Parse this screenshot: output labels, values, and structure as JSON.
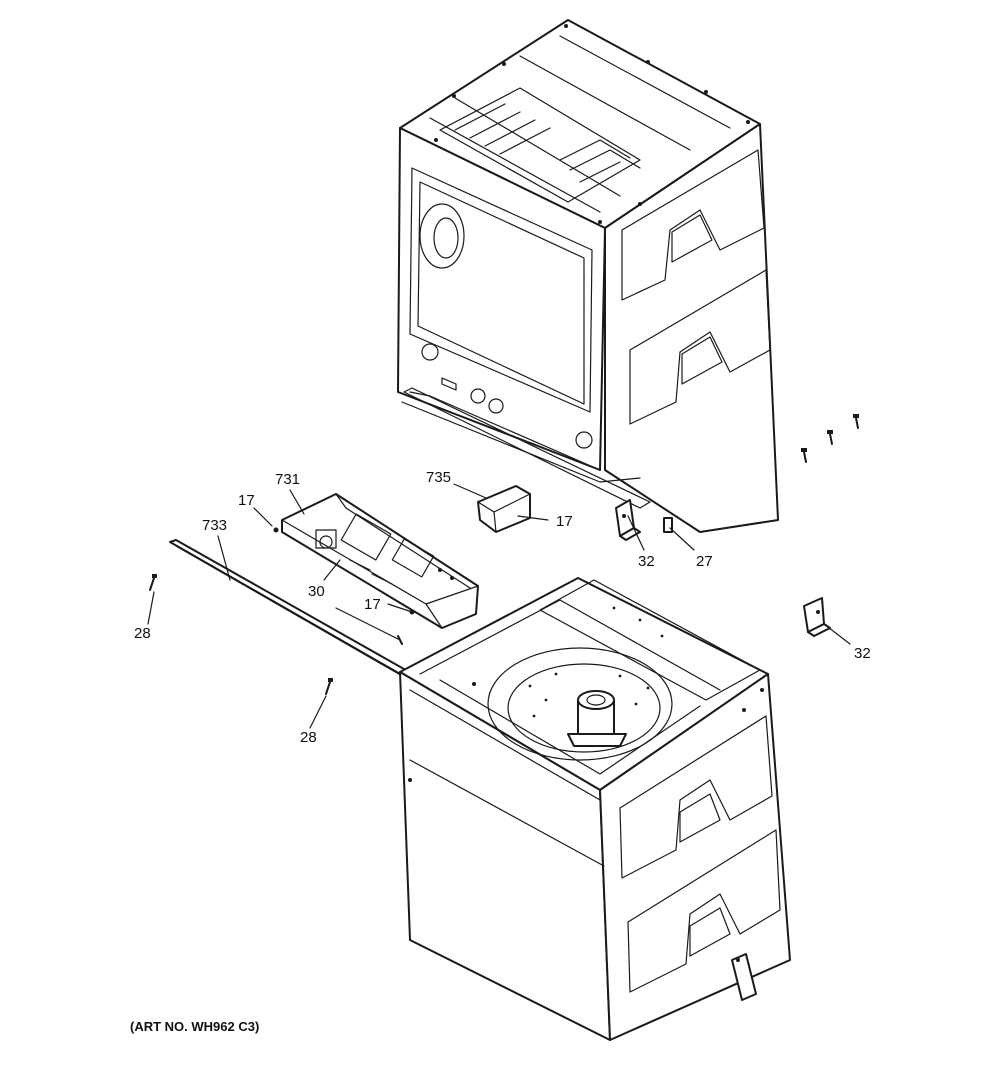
{
  "callouts": [
    {
      "id": "c-731",
      "text": "731"
    },
    {
      "id": "c-735",
      "text": "735"
    },
    {
      "id": "c-17a",
      "text": "17"
    },
    {
      "id": "c-17b",
      "text": "17"
    },
    {
      "id": "c-17c",
      "text": "17"
    },
    {
      "id": "c-733",
      "text": "733"
    },
    {
      "id": "c-30",
      "text": "30"
    },
    {
      "id": "c-28a",
      "text": "28"
    },
    {
      "id": "c-28b",
      "text": "28"
    },
    {
      "id": "c-32a",
      "text": "32"
    },
    {
      "id": "c-27",
      "text": "27"
    },
    {
      "id": "c-32b",
      "text": "32"
    }
  ],
  "art_number": "(ART NO. WH962 C3)"
}
